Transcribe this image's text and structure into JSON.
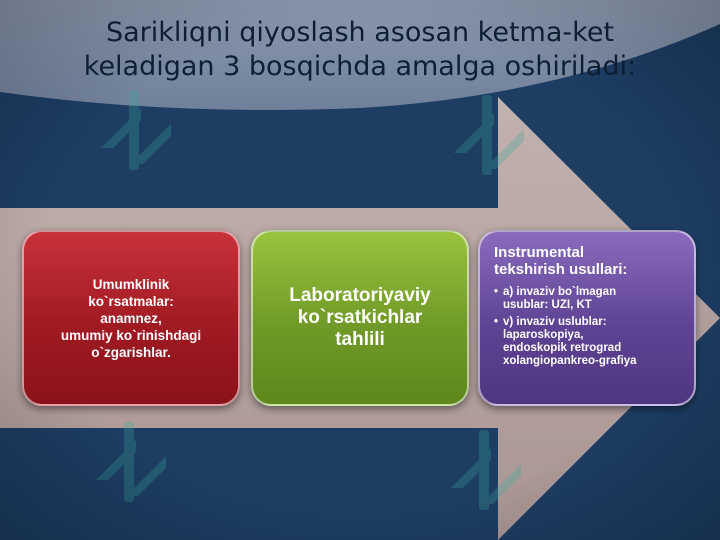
{
  "slide": {
    "title_lines": [
      "Sarikliqni qiyoslash asosan ketma-ket",
      "keladigan 3 bosqichda amalga oshiriladi:"
    ]
  },
  "stages": [
    {
      "lines": [
        "Umumklinik",
        "ko`rsatmalar:",
        "anamnez,",
        "umumiy ko`rinishdagi",
        "o`zgarishlar."
      ],
      "color": "#b3222b"
    },
    {
      "lines": [
        "Laboratoriyaviy",
        "ko`rsatkichlar",
        "tahlili"
      ],
      "color": "#7aa62c"
    },
    {
      "heading_lines": [
        "Instrumental",
        "tekshirish usullari:"
      ],
      "items": [
        [
          "a) invaziv bo`lmagan",
          "usublar: UZI,   KT"
        ],
        [
          "v) invaziv uslublar:",
          "laparoskopiya,",
          "endoskopik retrograd",
          "xolangiopankreo-grafiya"
        ]
      ],
      "color": "#654a9c"
    }
  ],
  "colors": {
    "background": "#1d3d63",
    "upper_band": "#7f8ea5",
    "arrow": "#b5a3a0",
    "title_text": "#0e1f33"
  },
  "icons": [
    "watermark-logo-icon"
  ]
}
